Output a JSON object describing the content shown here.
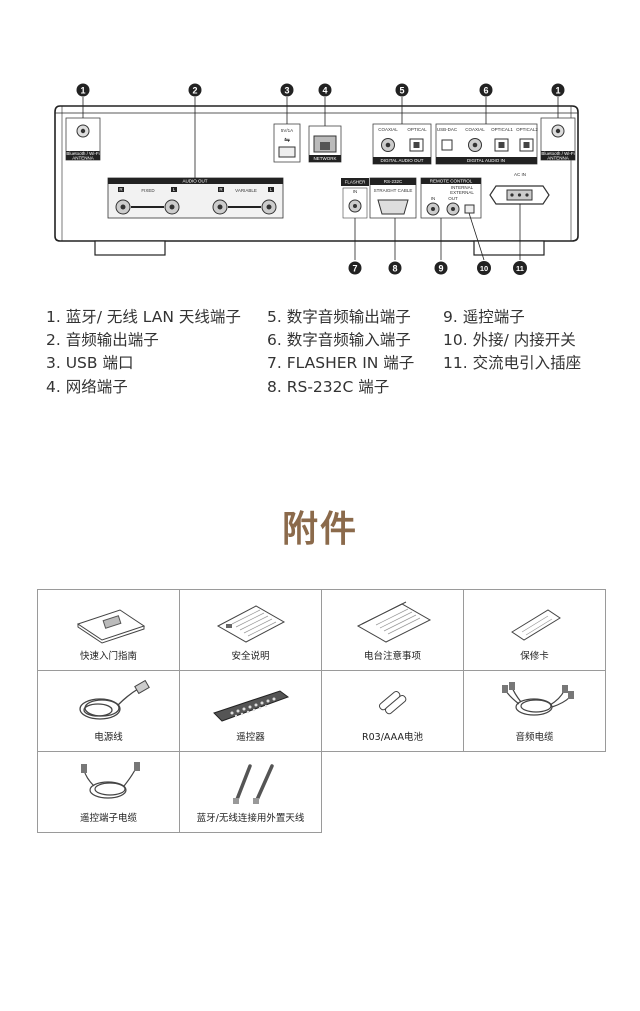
{
  "diagram": {
    "panel_labels": {
      "antenna_left": [
        "Bluetooth / Wi-Fi",
        "ANTENNA"
      ],
      "antenna_right": [
        "Bluetooth / Wi-Fi",
        "ANTENNA"
      ],
      "audio_out": "AUDIO OUT",
      "fixed": "FIXED",
      "variable": "VARIABLE",
      "usb": "5V/1A",
      "network": "NETWORK",
      "coaxial": "COAXIAL",
      "optical": "OPTICAL",
      "digital_audio_out": "DIGITAL AUDIO OUT",
      "usb_dac": "USB-DAC",
      "coaxial_in": "COAXIAL",
      "optical1": "OPTICAL1",
      "optical2": "OPTICAL2",
      "digital_audio_in": "DIGITAL AUDIO IN",
      "flasher": "FLASHER",
      "flasher_in": "IN",
      "rs232c": "RS-232C",
      "straight_cable": "STRAIGHT CABLE",
      "remote_control": "REMOTE CONTROL",
      "internal": "INTERNAL",
      "external": "EXTERNAL",
      "rc_in": "IN",
      "rc_out": "OUT",
      "ac_in": "AC IN",
      "r": "R",
      "l": "L"
    },
    "callouts": [
      "1",
      "2",
      "3",
      "4",
      "5",
      "6",
      "1",
      "7",
      "8",
      "9",
      "10",
      "11"
    ]
  },
  "legend": {
    "col1": [
      "1. 蓝牙/ 无线 LAN 天线端子",
      "2. 音频输出端子",
      "3. USB 端口",
      "4. 网络端子"
    ],
    "col2": [
      "5. 数字音频输出端子",
      "6. 数字音频输入端子",
      "7. FLASHER IN  端子",
      "8. RS-232C  端子"
    ],
    "col3": [
      "9. 遥控端子",
      "10. 外接/ 内接开关",
      "11. 交流电引入插座"
    ]
  },
  "accessories": {
    "title": "附件",
    "items": [
      {
        "label": "快速入门指南",
        "icon": "booklet-icon"
      },
      {
        "label": "安全说明",
        "icon": "document-icon"
      },
      {
        "label": "电台注意事项",
        "icon": "sheets-icon"
      },
      {
        "label": "保修卡",
        "icon": "card-icon"
      },
      {
        "label": "电源线",
        "icon": "power-cord-icon"
      },
      {
        "label": "遥控器",
        "icon": "remote-control-icon"
      },
      {
        "label": "R03/AAA电池",
        "icon": "battery-icon"
      },
      {
        "label": "音频电缆",
        "icon": "audio-cable-icon"
      },
      {
        "label": "遥控端子电缆",
        "icon": "remote-cable-icon"
      },
      {
        "label": "蓝牙/无线连接用外置天线",
        "icon": "antenna-icon"
      }
    ]
  }
}
